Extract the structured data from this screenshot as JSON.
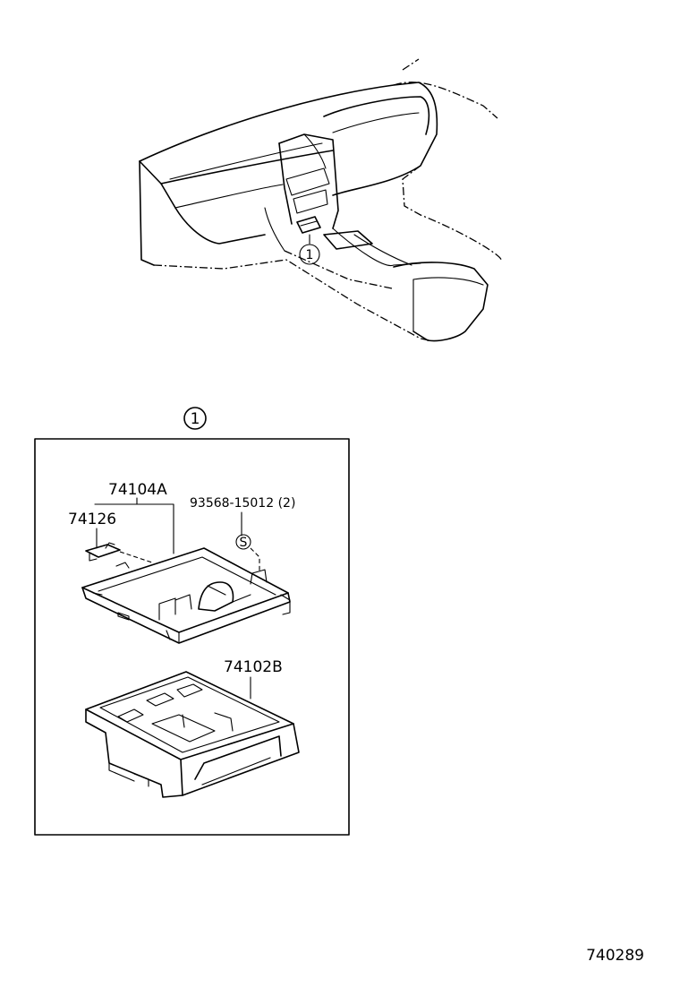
{
  "callout": {
    "number": "1"
  },
  "parts": {
    "bracket_assy": "74104A",
    "clip": "74126",
    "screw": "93568-15012 (2)",
    "screw_symbol": "S",
    "ashtray_box": "74102B"
  },
  "illustration_number": "740289"
}
